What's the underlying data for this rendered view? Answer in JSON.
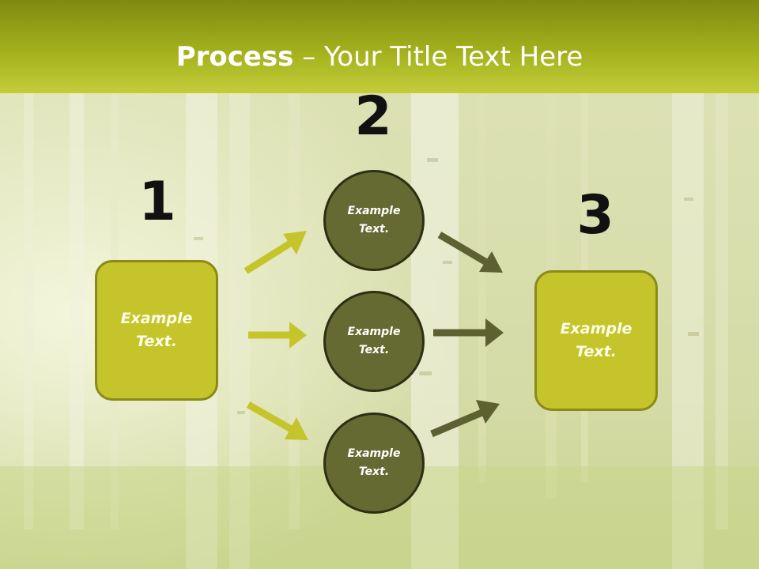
{
  "title": {
    "bold": "Process",
    "rest": " – Your Title Text Here"
  },
  "steps": [
    {
      "number": "1"
    },
    {
      "number": "2"
    },
    {
      "number": "3"
    }
  ],
  "left_box": {
    "line1": "Example",
    "line2": "Text."
  },
  "right_box": {
    "line1": "Example",
    "line2": "Text."
  },
  "circles": [
    {
      "line1": "Example",
      "line2": "Text."
    },
    {
      "line1": "Example",
      "line2": "Text."
    },
    {
      "line1": "Example",
      "line2": "Text."
    }
  ],
  "colors": {
    "title_band": "#a3b01c",
    "box_fill": "#c5c52b",
    "circle_fill": "#656a33",
    "arrow_light": "#c5c52b",
    "arrow_dark": "#5d6030"
  }
}
